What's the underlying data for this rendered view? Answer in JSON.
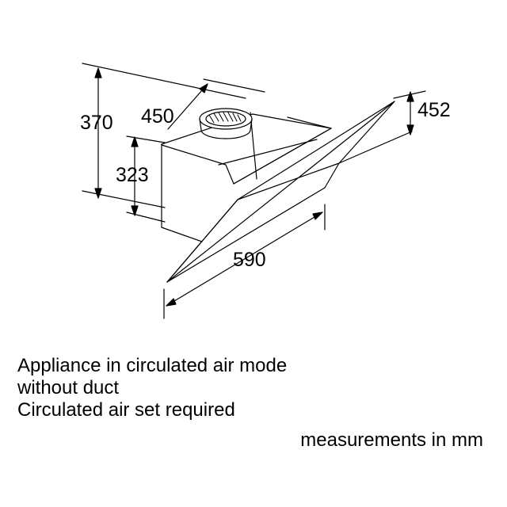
{
  "dimensions": {
    "total_height": "370",
    "depth": "450",
    "body_height": "323",
    "glass_height": "452",
    "width": "590"
  },
  "caption": {
    "line1": "Appliance in circulated air mode",
    "line2": "without duct",
    "line3": "Circulated air set required"
  },
  "units_note": "measurements in mm",
  "colors": {
    "line": "#000000",
    "background": "#ffffff"
  }
}
